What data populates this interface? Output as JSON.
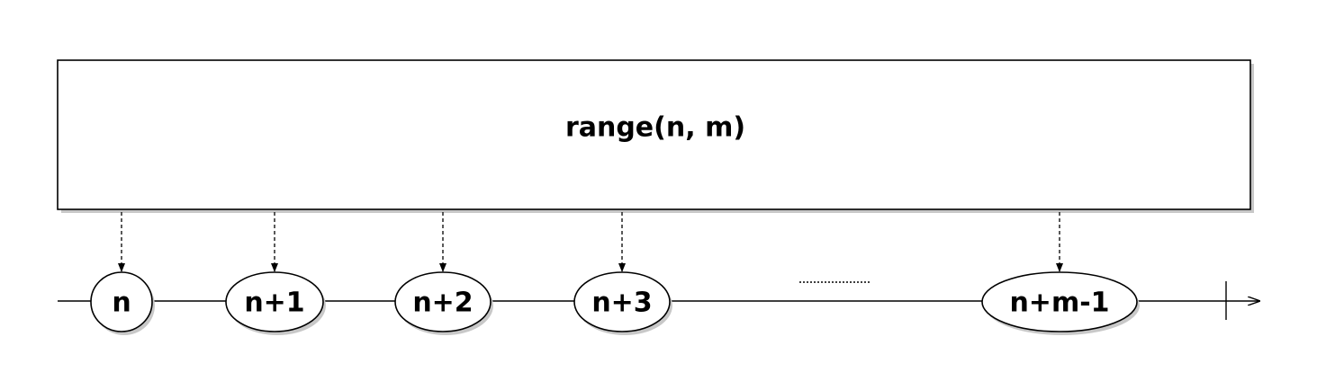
{
  "range_box": {
    "label": "range(n, m)"
  },
  "nodes": [
    {
      "label": "n"
    },
    {
      "label": "n+1"
    },
    {
      "label": "n+2"
    },
    {
      "label": "n+3"
    },
    {
      "label": "n+m-1"
    }
  ],
  "colors": {
    "stroke": "#000000",
    "fill": "#ffffff",
    "shadow": "#bfbfbf"
  }
}
